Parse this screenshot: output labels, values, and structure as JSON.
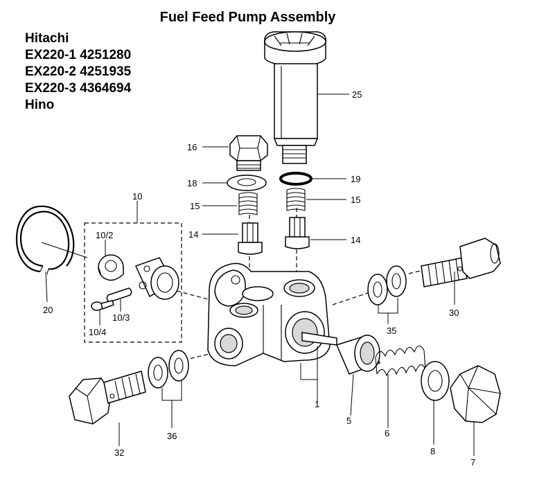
{
  "title": "Fuel Feed Pump Assembly",
  "header_lines": [
    "Hitachi",
    "EX220-1 4251280",
    "EX220-2 4251935",
    "EX220-3 4364694",
    "Hino"
  ],
  "part_labels": {
    "p25": "25",
    "p16": "16",
    "p19": "19",
    "p18": "18",
    "p15a": "15",
    "p15b": "15",
    "p14a": "14",
    "p14b": "14",
    "p10": "10",
    "p10_2": "10/2",
    "p10_3": "10/3",
    "p10_4": "10/4",
    "p20": "20",
    "p30": "30",
    "p35": "35",
    "p1": "1",
    "p5": "5",
    "p6": "6",
    "p8": "8",
    "p7": "7",
    "p36": "36",
    "p32": "32"
  }
}
